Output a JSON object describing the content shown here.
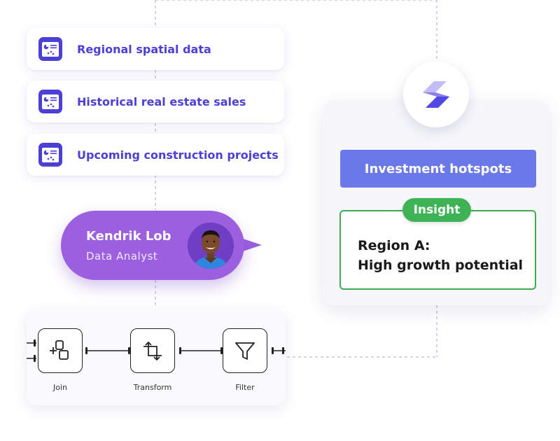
{
  "data_sources": [
    {
      "label": "Regional spatial data",
      "icon": "report-icon"
    },
    {
      "label": "Historical real estate sales",
      "icon": "report-icon"
    },
    {
      "label": "Upcoming construction projects",
      "icon": "report-icon"
    }
  ],
  "analyst": {
    "name": "Kendrik Lob",
    "role": "Data Analyst"
  },
  "pipeline": {
    "nodes": [
      {
        "label": "Join",
        "icon": "join-icon"
      },
      {
        "label": "Transform",
        "icon": "transform-icon"
      },
      {
        "label": "Filter",
        "icon": "filter-icon"
      }
    ]
  },
  "result": {
    "title": "Investment hotspots",
    "badge": "Insight",
    "line1": "Region A:",
    "line2": "High growth potential"
  },
  "colors": {
    "brand": "#4B3FD6",
    "analyst": "#9B5FE0",
    "hotspots": "#6A78E8",
    "insight": "#3DB356",
    "connector": "#C9C2EE"
  }
}
